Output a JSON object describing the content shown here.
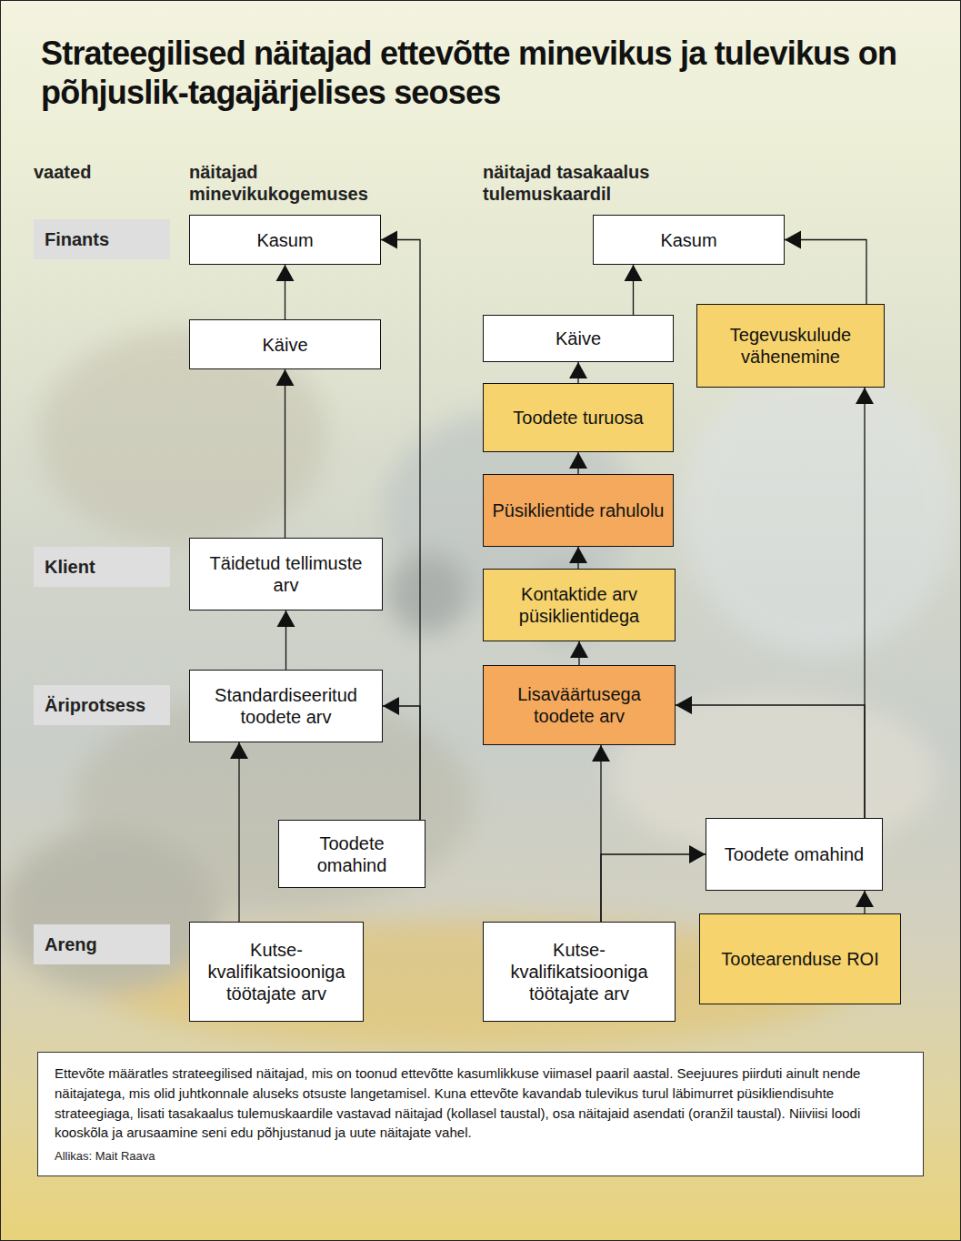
{
  "diagram": {
    "title": "Strateegilised näitajad ettevõtte minevikus ja tulevikus on põhjuslik-tagajärjelises seoses",
    "caption": "Ettevõte määratles strateegilised näitajad, mis on toonud ettevõtte kasumlikkuse viimasel paaril aastal. Seejuures piirduti ainult nende näitajatega, mis olid juhtkonnale aluseks otsuste langetamisel. Kuna ettevõte kavandab tulevikus turul läbimurret püsikliendisuhte strateegiaga, lisati tasakaalus tulemuskaardile vastavad näitajad (kollasel taustal), osa näitajaid asendati (oranžil taustal). Niiviisi loodi kooskõla ja arusaamine seni edu põhjustanud ja uute näitajate vahel.",
    "nodes": [
      {
        "text": [
          "Finants"
        ]
      },
      {
        "text": [
          "Kasum"
        ]
      },
      {
        "text": [
          "Kasum"
        ]
      },
      {
        "text": [
          "Käive"
        ]
      },
      {
        "text": [
          "Käive"
        ]
      },
      {
        "text": [
          "Tegevuskulude vähenemine"
        ]
      },
      {
        "text": [
          "Toodete turuosa"
        ]
      },
      {
        "text": [
          "Klient"
        ]
      },
      {
        "text": [
          "Täidetud tellimuste arv"
        ]
      },
      {
        "text": [
          "Püsiklientide rahulolu"
        ]
      },
      {
        "text": [
          "Kontaktide arv püsiklientidega"
        ]
      },
      {
        "text": [
          "Äriprotsess"
        ]
      },
      {
        "text": [
          "Standardiseeritud toodete arv"
        ]
      },
      {
        "text": [
          "Lisaväärtusega toodete arv"
        ]
      },
      {
        "text": [
          "Toodete omahind"
        ]
      },
      {
        "text": [
          "Toodete omahind"
        ]
      },
      {
        "text": [
          "Areng"
        ]
      },
      {
        "text": [
          "Kutse- kvalifikatsiooniga töötajate arv"
        ]
      },
      {
        "text": [
          "Kutse- kvalifikatsiooniga töötajate arv"
        ]
      },
      {
        "text": [
          "Tootearenduse ROI"
        ]
      }
    ],
    "edges": [
      {
        "from": 3,
        "to": 1,
        "arrow": "to"
      },
      {
        "from": 8,
        "to": 3,
        "arrow": "to"
      },
      {
        "from": 12,
        "to": 8,
        "arrow": "to"
      },
      {
        "from": 17,
        "to": 12,
        "arrow": "to"
      },
      {
        "from": 14,
        "to": 12,
        "arrow": "to"
      },
      {
        "from": 14,
        "to": 1,
        "arrow": "to"
      },
      {
        "from": 4,
        "to": 2,
        "arrow": "to"
      },
      {
        "from": 6,
        "to": 4,
        "arrow": "to"
      },
      {
        "from": 9,
        "to": 6,
        "arrow": "to"
      },
      {
        "from": 10,
        "to": 9,
        "arrow": "to"
      },
      {
        "from": 13,
        "to": 10,
        "arrow": "to"
      },
      {
        "from": 18,
        "to": 13,
        "arrow": "to"
      },
      {
        "from": 18,
        "to": 15,
        "arrow": "to"
      },
      {
        "from": 19,
        "to": 15,
        "arrow": "to"
      },
      {
        "from": 15,
        "to": 5,
        "arrow": "to"
      },
      {
        "from": 15,
        "to": 13,
        "arrow": "to"
      },
      {
        "from": 5,
        "to": 2,
        "arrow": "to"
      }
    ],
    "labels": [
      "vaated",
      "näitajad minevikukogemuses",
      "näitajad tasakaalus tulemuskaardil",
      "Allikas: Mait Raava"
    ]
  }
}
